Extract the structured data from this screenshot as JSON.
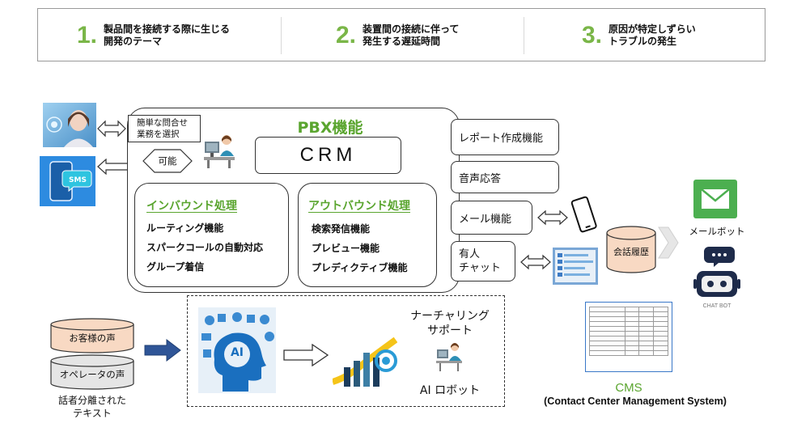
{
  "steps": [
    {
      "num": "1.",
      "text": "製品間を接続する際に生じる\n開発のテーマ"
    },
    {
      "num": "2.",
      "text": "装置間の接続に伴って\n発生する遅延時間"
    },
    {
      "num": "3.",
      "text": "原因が特定しずらい\nトラブルの発生"
    }
  ],
  "left": {
    "simple_inquiry": "簡単な問合せ\n業務を選択",
    "possible": "可能",
    "sms": "SMS"
  },
  "pbx": {
    "title": "PBX機能",
    "crm": "CRM",
    "inbound": {
      "title": "インバウンド処理",
      "items": [
        "ルーティング機能",
        "スパークコールの自動対応",
        "グループ着信"
      ]
    },
    "outbound": {
      "title": "アウトバウンド処理",
      "items": [
        "検索発信機能",
        "プレビュー機能",
        "プレディクティブ機能"
      ]
    }
  },
  "right_functions": [
    {
      "label": "レポート作成機能"
    },
    {
      "label": "音声応答"
    },
    {
      "label": "メール機能"
    },
    {
      "label": "有人\nチャット"
    }
  ],
  "conversation_history": "会話履歴",
  "mailbot": "メールボット",
  "chatbot": "CHAT BOT",
  "cms": {
    "title": "CMS",
    "subtitle": "(Contact Center Management  System)"
  },
  "bottom": {
    "customer_voice": "お客様の声",
    "operator_voice": "オペレータの声",
    "caption": "話者分離された\nテキスト",
    "ai_label": "AI",
    "nurturing": "ナーチャリング\nサポート",
    "ai_robot": "AI ロボット"
  },
  "colors": {
    "accent_green": "#5aa52f",
    "step_green": "#7ab648",
    "arrow_blue": "#2f5597"
  }
}
